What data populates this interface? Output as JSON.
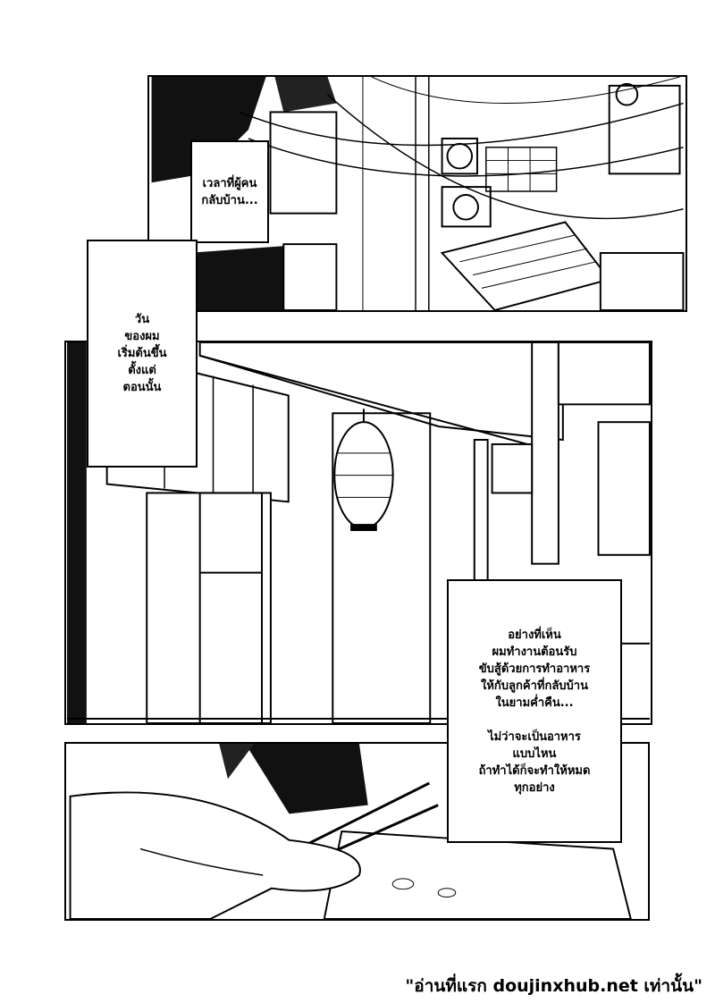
{
  "captions": {
    "c1": [
      "เวลาที่ผู้คน",
      "กลับบ้าน..."
    ],
    "c2": [
      "วัน",
      "ของผม",
      "เริ่มต้นขึ้น",
      "ตั้งแต่",
      "ตอนนั้น"
    ],
    "c3a": [
      "อย่างที่เห็น",
      "ผมทำงานต้อนรับ",
      "ขับสู้ด้วยการทำอาหาร",
      "ให้กับลูกค้าที่กลับบ้าน",
      "ในยามค่ำคืน..."
    ],
    "c3b": [
      "ไม่ว่าจะเป็นอาหาร",
      "แบบไหน",
      "ถ้าทำได้ก็จะทำให้หมด",
      "ทุกอย่าง"
    ]
  },
  "footer": {
    "watermark": "\"อ่านที่แรก doujinxhub.net เท่านั้น\""
  }
}
